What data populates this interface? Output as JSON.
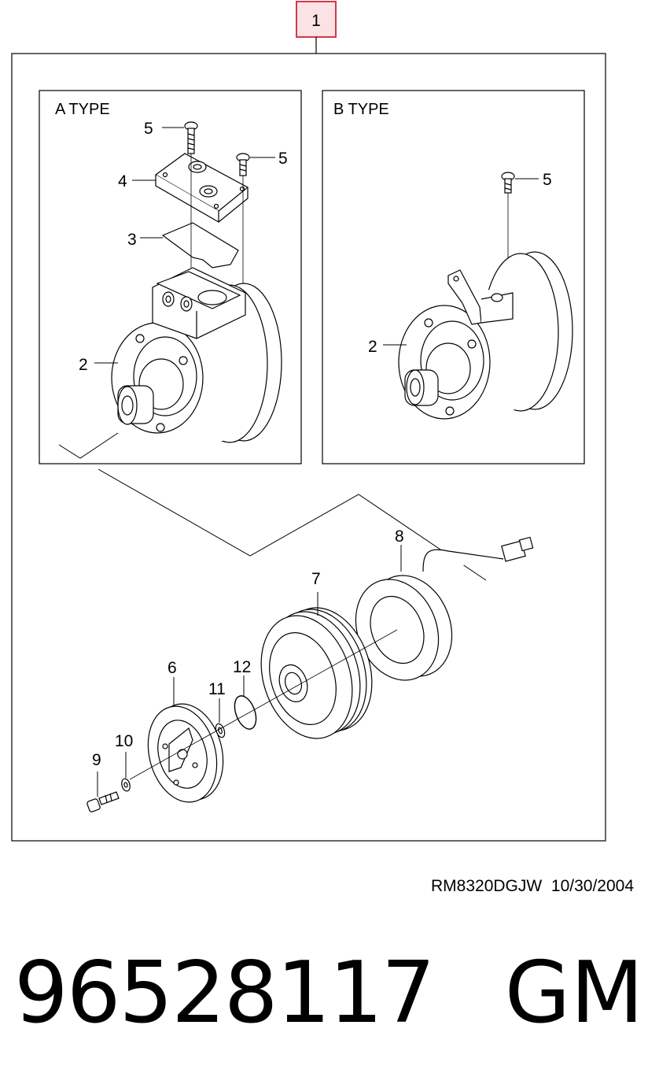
{
  "diagram": {
    "assembly_callout": "1",
    "panels": [
      {
        "title": "A TYPE"
      },
      {
        "title": "B TYPE"
      }
    ],
    "callouts": {
      "a_bolt_top": "5",
      "a_bolt_right": "5",
      "a_cover": "4",
      "a_gasket": "3",
      "a_compressor": "2",
      "b_bolt": "5",
      "b_compressor": "2",
      "coil": "8",
      "pulley": "7",
      "clutch_plate": "6",
      "snap_ring": "12",
      "shim": "11",
      "washer": "10",
      "bolt": "9"
    }
  },
  "footer": {
    "reference_code": "RM8320DGJW",
    "date": "10/30/2004",
    "part_number": "96528117",
    "brand": "GM"
  }
}
